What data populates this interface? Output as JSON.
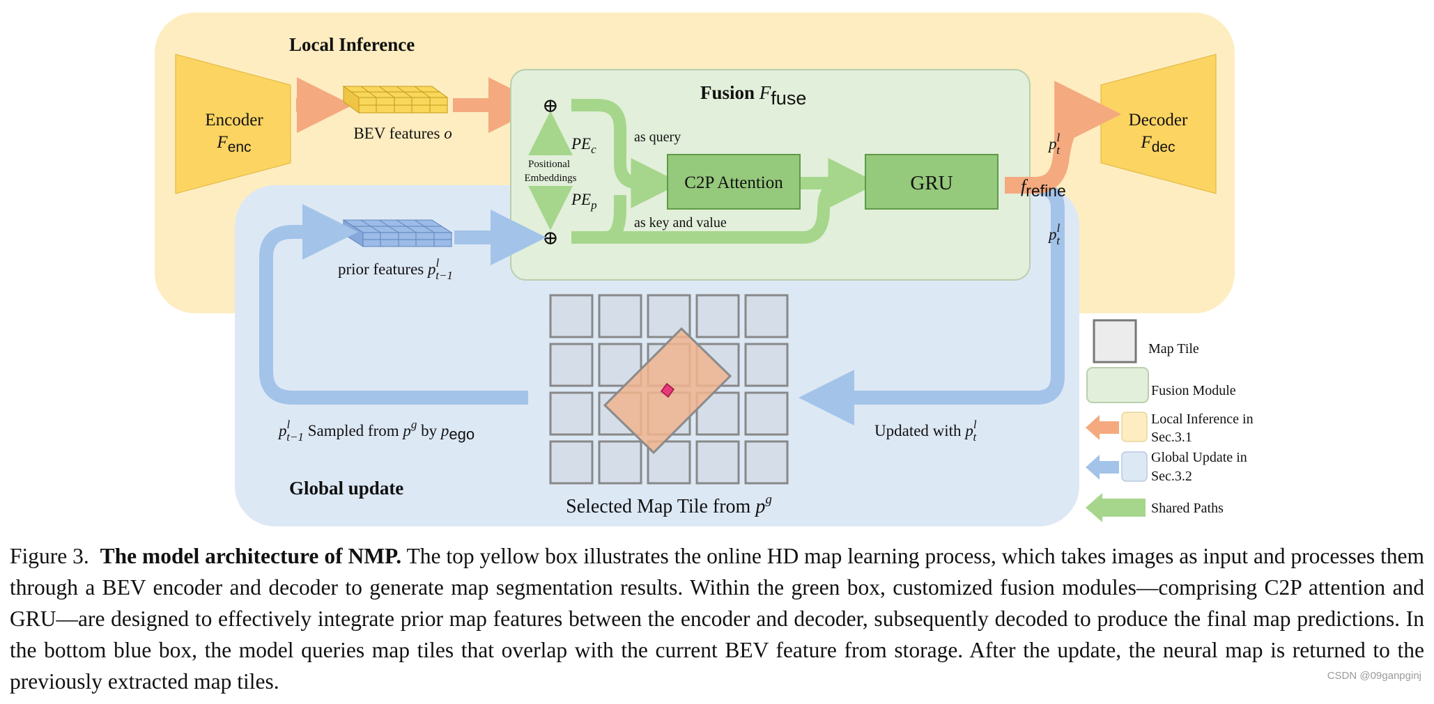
{
  "colors": {
    "local_bg": "#fdedc1",
    "global_bg": "#dde8f5",
    "fusion_bg": "#e2efda",
    "fusion_border": "#b9cfae",
    "module_green": "#95c97b",
    "module_border": "#5f9a47",
    "arrow_orange": "#f4a97e",
    "arrow_blue": "#a3c3e9",
    "arrow_green": "#a6d68c",
    "encoder_yellow": "#fcd462",
    "tile_gray": "#888888",
    "tile_fill": "#d5dde8",
    "overlap_fill": "#f0b48e",
    "ego_pink": "#e8397a"
  },
  "sections": {
    "local_inference": "Local Inference",
    "global_update": "Global update",
    "fusion_prefix": "Fusion",
    "fusion_symbol": "F",
    "fusion_sub": "fuse"
  },
  "blocks": {
    "encoder_label": "Encoder",
    "encoder_symbol": "F",
    "encoder_sub": "enc",
    "decoder_label": "Decoder",
    "decoder_symbol": "F",
    "decoder_sub": "dec",
    "c2p_attention": "C2P Attention",
    "gru": "GRU"
  },
  "labels": {
    "bev_features_text": "BEV features",
    "bev_features_symbol": "o",
    "prior_features_text": "prior features",
    "prior_p": "p",
    "prior_sup": "l",
    "prior_sub": "t−1",
    "pe_c_main": "PE",
    "pe_c_sub": "c",
    "pe_p_main": "PE",
    "pe_p_sub": "p",
    "positional_line1": "Positional",
    "positional_line2": "Embeddings",
    "as_query": "as query",
    "as_key_value": "as key and value",
    "plus_symbol": "⊕",
    "pt_p": "p",
    "pt_sup": "l",
    "pt_sub": "t",
    "f_refine_f": "f",
    "f_refine_sub": "refine",
    "sampled_p": "p",
    "sampled_sup": "l",
    "sampled_sub": "t−1",
    "sampled_text": " Sampled from ",
    "sampled_pg": "p",
    "sampled_pg_sup": "g",
    "sampled_by": " by ",
    "sampled_pego": "p",
    "sampled_pego_sub": "ego",
    "updated_text": "Updated with ",
    "updated_p": "p",
    "updated_sup": "l",
    "updated_sub": "t",
    "selected_tile_text": "Selected Map Tile from ",
    "selected_p": "p",
    "selected_sup": "g"
  },
  "legend": {
    "map_tile": "Map Tile",
    "fusion_module": "Fusion Module",
    "local_line1": "Local Inference in",
    "local_line2": "Sec.3.1",
    "global_line1": "Global Update in",
    "global_line2": "Sec.3.2",
    "shared_paths": "Shared Paths"
  },
  "caption": {
    "figure_label": "Figure 3.",
    "title": "The model architecture of NMP.",
    "body": " The top yellow box illustrates the online HD map learning process, which takes images as input and processes them through a BEV encoder and decoder to generate map segmentation results. Within the green box, customized fusion modules—comprising C2P attention and GRU—are designed to effectively integrate prior map features between the encoder and decoder, subsequently decoded to produce the final map predictions. In the bottom blue box, the model queries map tiles that overlap with the current BEV feature from storage. After the update, the neural map is returned to the previously extracted map tiles."
  },
  "watermark": "CSDN @09ganpginj"
}
